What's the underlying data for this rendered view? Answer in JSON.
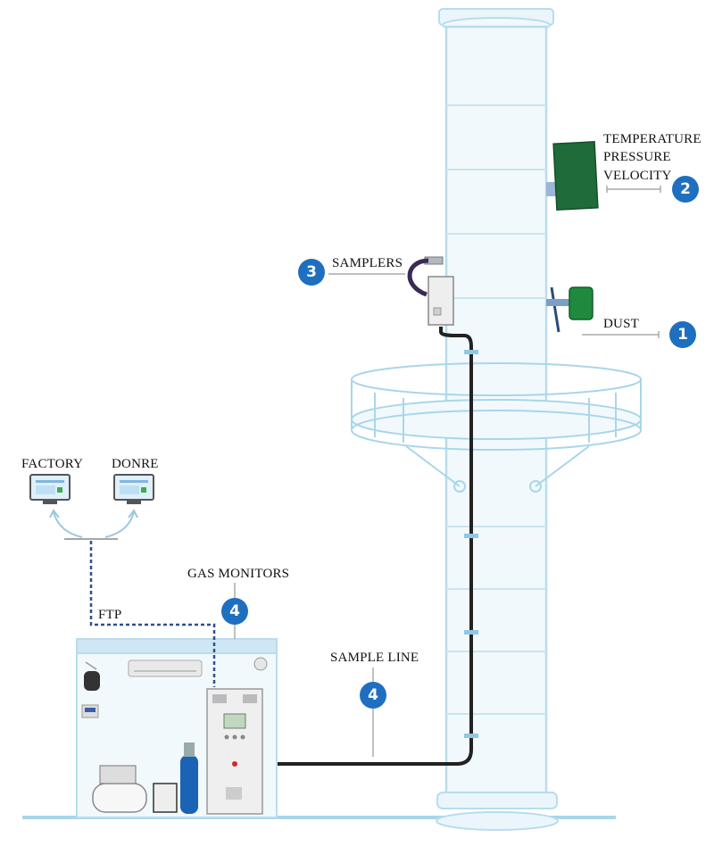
{
  "labels": {
    "temperature": "TEMPERATURE",
    "pressure": "PRESSURE",
    "velocity": "VELOCITY",
    "samplers": "SAMPLERS",
    "dust": "DUST",
    "factory": "FACTORY",
    "donre": "DONRE",
    "gas_monitors": "GAS MONITORS",
    "ftp": "FTP",
    "sample_line": "SAMPLE LINE"
  },
  "badges": {
    "dust": "1",
    "tpv": "2",
    "samplers": "3",
    "gas_monitors": "4",
    "sample_line": "4"
  },
  "colors": {
    "stack_outline": "#b8dced",
    "stack_fill": "#f2f9fc",
    "badge": "#1e6fbf",
    "sensor_green": "#1f7a3e",
    "sample_line": "#222222",
    "gas_cylinder": "#1a63b5",
    "ftp_link": "#2f4f8f"
  }
}
